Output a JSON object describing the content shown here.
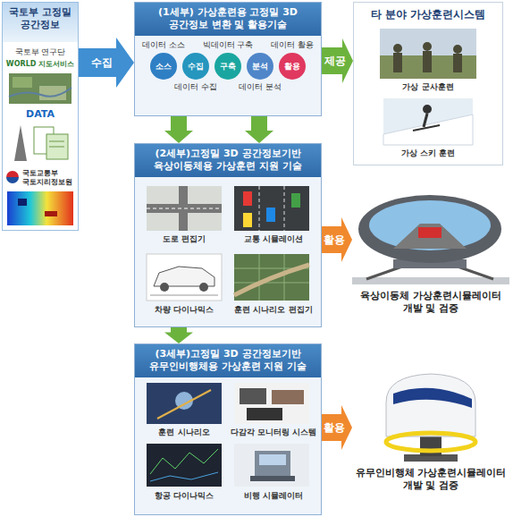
{
  "diagram": {
    "nodes": [
      {
        "text": [
          "국토부 고정밀 공간정보",
          "국토부 연구단",
          "WORLD 지도서비스",
          "DATA",
          "국토교통부 국토지리정보원"
        ]
      },
      {
        "text": [
          "(1세부) 가상훈련용 고정밀 3D 공간정보 변환 및 활용기술"
        ]
      },
      {
        "text": [
          "소스",
          "데이터 소스"
        ],
        "in": 1
      },
      {
        "text": [
          "수집",
          "데이터 수집"
        ],
        "in": 1
      },
      {
        "text": [
          "구축",
          "빅데이터 구축"
        ],
        "in": 1
      },
      {
        "text": [
          "분석",
          "데이터 분석"
        ],
        "in": 1
      },
      {
        "text": [
          "활용",
          "데이터 활용"
        ],
        "in": 1
      },
      {
        "text": [
          "타 분야 가상훈련시스템",
          "가상 군사훈련",
          "가상 스키 훈련"
        ]
      },
      {
        "text": [
          "(2세부)고정밀 3D 공간정보기반 육상이동체용 가상훈련 지원 기술",
          "도로 편집기",
          "교통 시뮬레이션",
          "차량 다이나믹스",
          "훈련 시나리오 편집기"
        ]
      },
      {
        "text": [
          "육상이동체 가상훈련시뮬레이터 개발 및 검증"
        ]
      },
      {
        "text": [
          "(3세부)고정밀 3D 공간정보기반 유무인비행체용 가상훈련 지원 기술",
          "훈련 시나리오",
          "다감각 모니터링 시스템",
          "항공 다이나믹스",
          "비행 시뮬레이터"
        ]
      },
      {
        "text": [
          "유무인비행체 가상훈련시뮬레이터 개발 및 검증"
        ]
      }
    ],
    "edges": [
      {
        "from": 0,
        "to": 1,
        "label": "수집",
        "arrow": "to"
      },
      {
        "from": 1,
        "to": 7,
        "label": "제공",
        "arrow": "to"
      },
      {
        "from": 1,
        "to": 8,
        "arrow": "to"
      },
      {
        "from": 1,
        "to": 8,
        "arrow": "to"
      },
      {
        "from": 8,
        "to": 9,
        "label": "활용",
        "arrow": "to"
      },
      {
        "from": 8,
        "to": 10,
        "arrow": "to"
      },
      {
        "from": 10,
        "to": 11,
        "label": "활용",
        "arrow": "to"
      }
    ]
  }
}
